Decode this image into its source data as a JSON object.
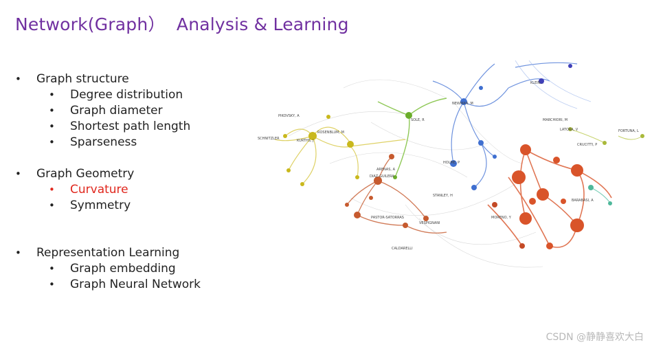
{
  "slide": {
    "title": "Network(Graph）  Analysis & Learning"
  },
  "sections": [
    {
      "heading": "Graph structure",
      "items": [
        "Degree distribution",
        "Graph diameter",
        "Shortest path length",
        "Sparseness"
      ]
    },
    {
      "heading": "Graph Geometry",
      "items": [
        "Curvature",
        "Symmetry"
      ],
      "highlighted_item": "Curvature",
      "highlight_color": "#e0271d"
    },
    {
      "heading": "Representation Learning",
      "items": [
        "Graph embedding",
        "Graph Neural Network"
      ]
    }
  ],
  "bullet_glyph": "•",
  "network_labels": {
    "rosenblum": "ROSENBLUM, M",
    "kurths": "KURTHS, J",
    "schnitzler": "SCHNITZLER",
    "pikovsky": "PIKOVSKY, A",
    "sole": "SOLE, R",
    "newman": "NEWMAN, M",
    "barabasi": "BARABASI, A",
    "latora": "LATORA, V",
    "crucitti": "CRUCITTI, P",
    "marchiori": "MARCHIORI, M",
    "fortuna": "FORTUNA, L",
    "diaz_guilera": "DIAZ-GUILERA",
    "arenas": "ARENAS, A",
    "pastor": "PASTOR-SATORRAS",
    "vespignani": "VESPIGNANI",
    "caldarelli": "CALDARELLI",
    "holme": "HOLME, P",
    "stanley": "STANLEY, H",
    "moreno": "MORENO, Y",
    "kleinberg": "KLEIN..."
  },
  "watermark": "CSDN @静静喜欢大白"
}
